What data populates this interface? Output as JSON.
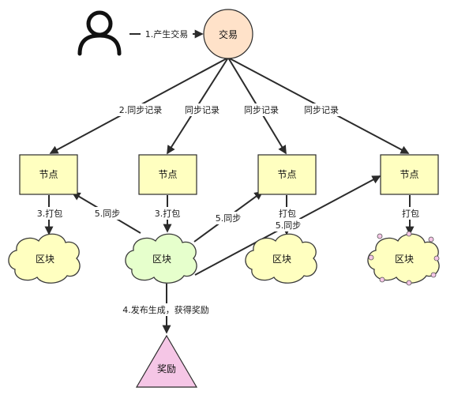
{
  "colors": {
    "line": "#2b2b2b",
    "transaction_fill": "#ffe2c9",
    "node_fill": "#ffffc0",
    "cloud_fill": "#ffffc0",
    "active_cloud_fill": "#e6ffcc",
    "reward_fill": "#f5c6e6",
    "handle_fill": "#f5c6e6"
  },
  "icons": {
    "user": "user-icon"
  },
  "transaction": {
    "label": "交易"
  },
  "edge_labels": {
    "create_transaction": "1.产生交易",
    "sync_record_1": "2.同步记录",
    "sync_record_2": "同步记录",
    "sync_record_3": "同步记录",
    "sync_record_4": "同步记录",
    "pack_1": "3.打包",
    "pack_2": "3.打包",
    "pack_3": "打包",
    "pack_4": "打包",
    "sync_to_node1": "5.同步",
    "sync_to_node3": "5.同步",
    "sync_to_node4": "5.同步",
    "publish": "4.发布生成，获得奖励"
  },
  "nodes": [
    {
      "label": "节点"
    },
    {
      "label": "节点"
    },
    {
      "label": "节点"
    },
    {
      "label": "节点"
    }
  ],
  "blocks": [
    {
      "label": "区块"
    },
    {
      "label": "区块"
    },
    {
      "label": "区块"
    },
    {
      "label": "区块"
    }
  ],
  "reward": {
    "label": "奖励"
  }
}
